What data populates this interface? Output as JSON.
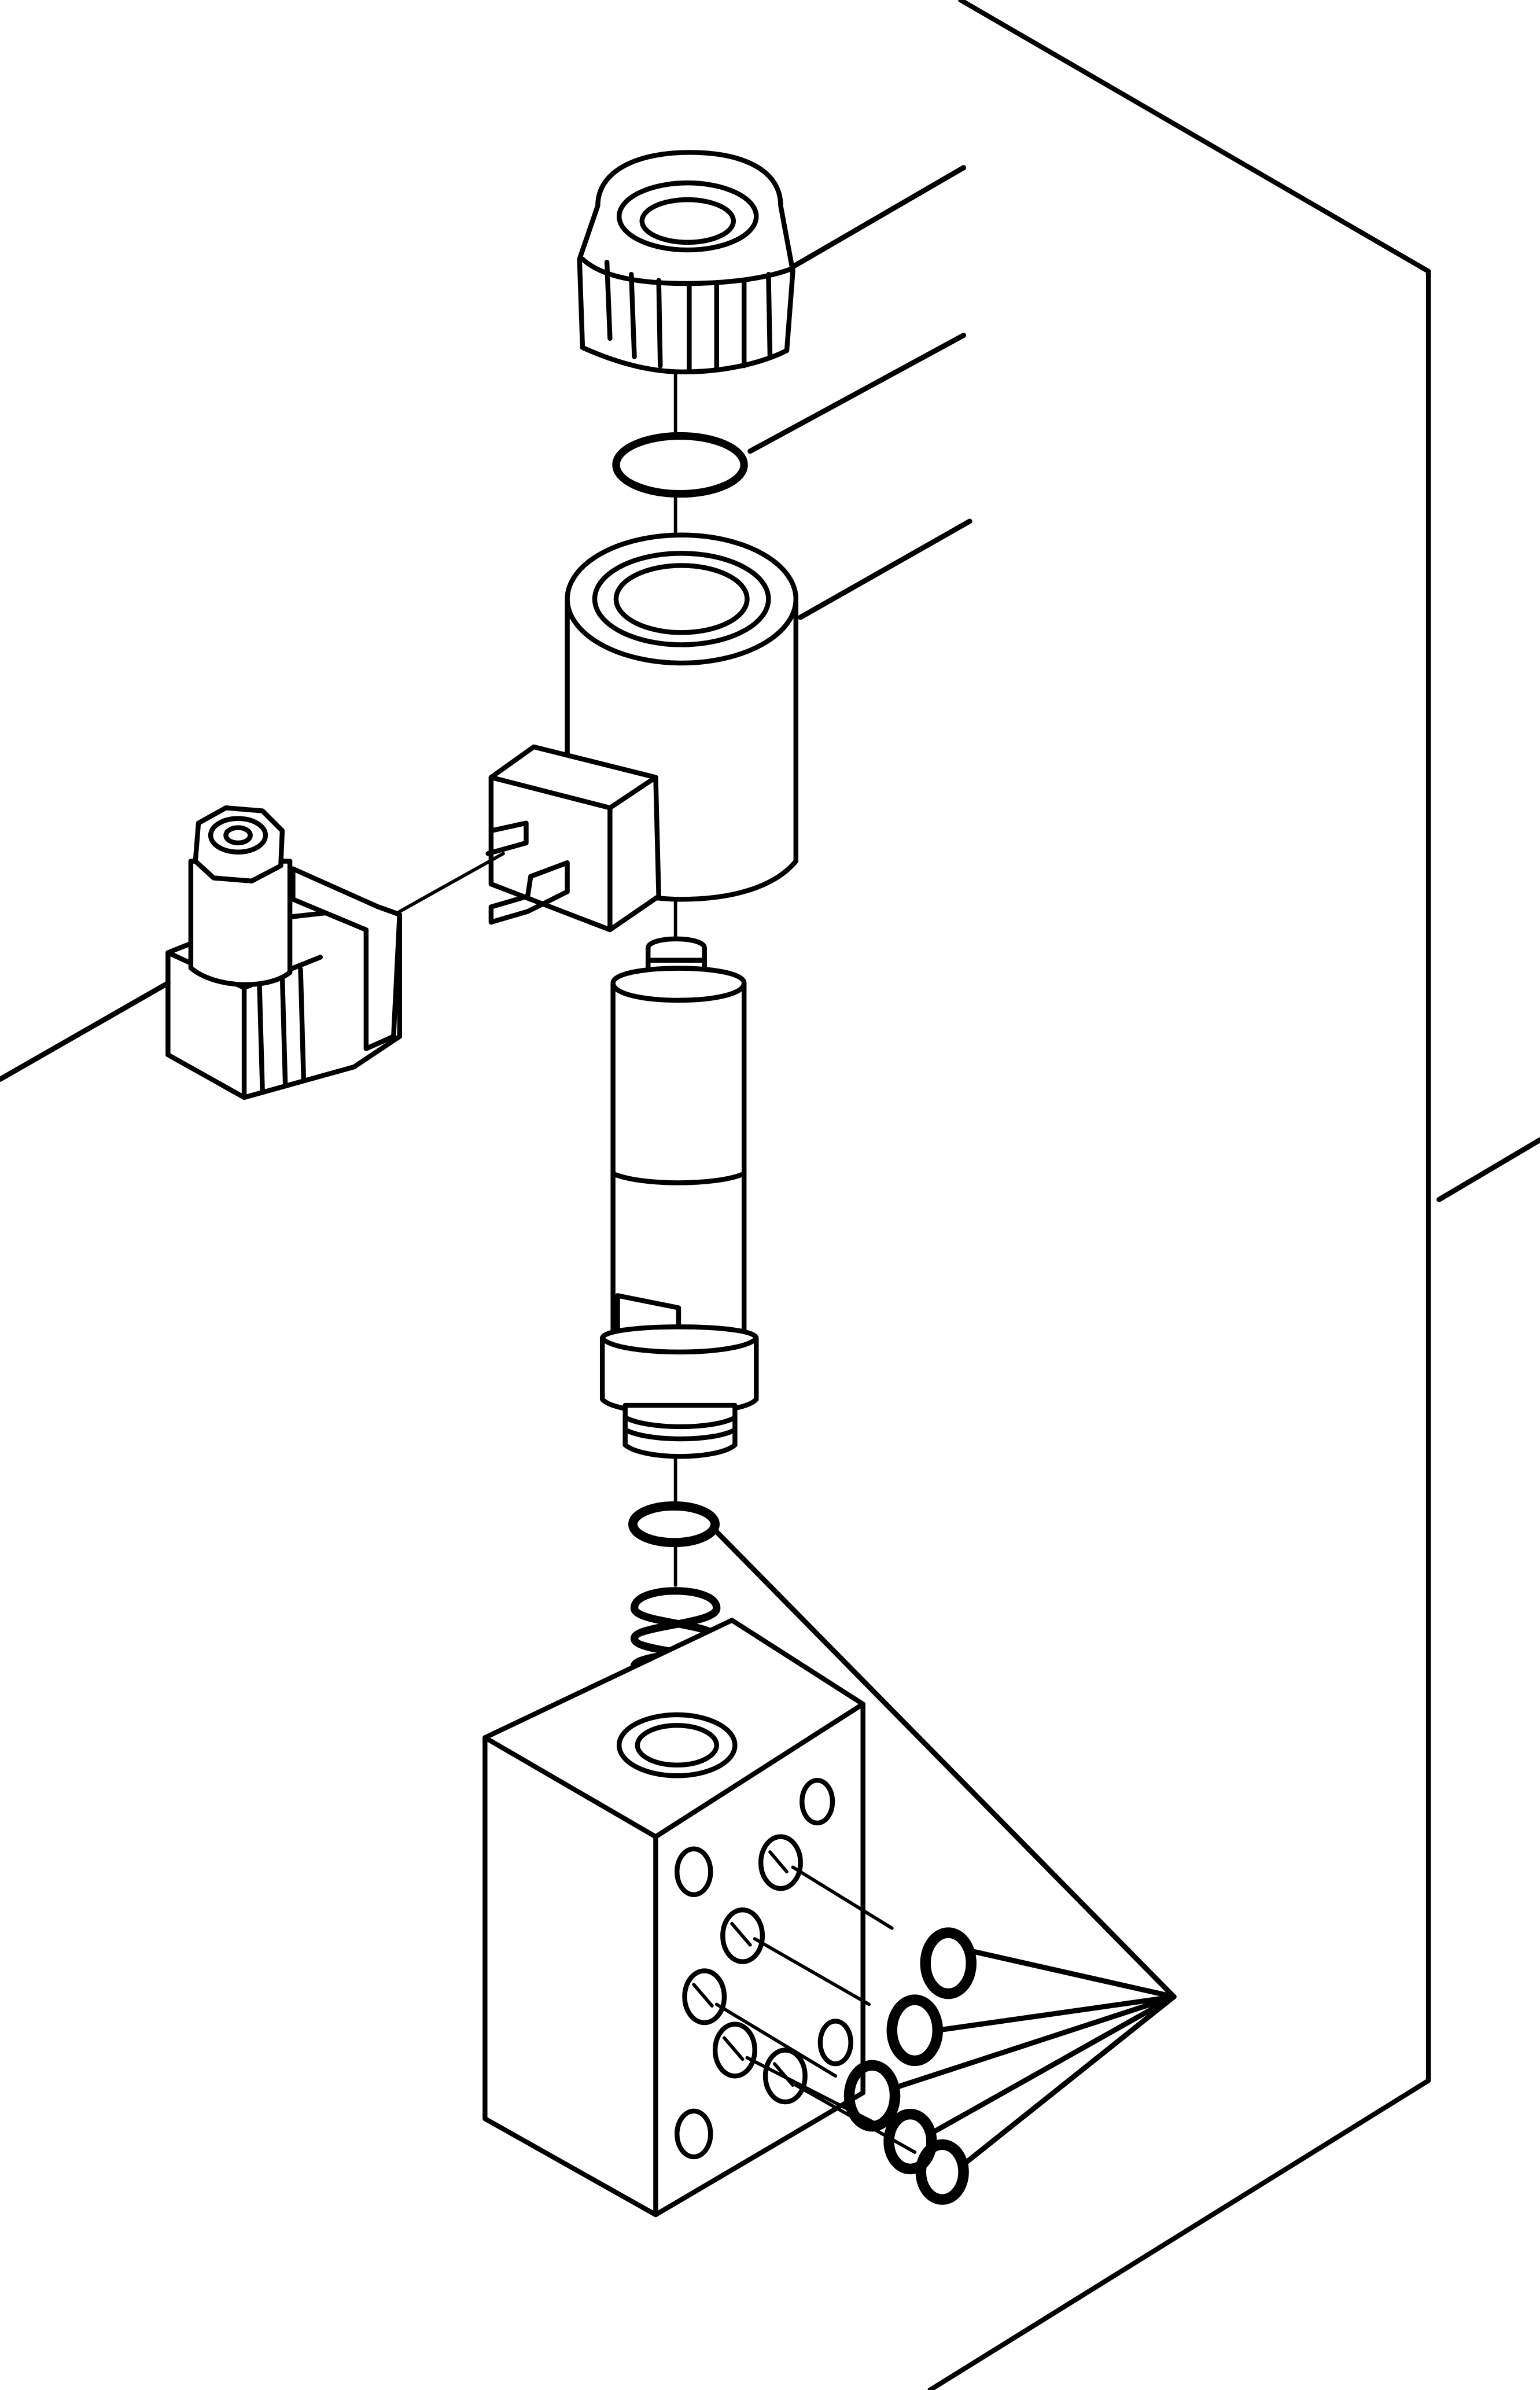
{
  "diagram": {
    "type": "exploded-parts-view",
    "parts": [
      {
        "id": "knurled-nut"
      },
      {
        "id": "nut-o-ring"
      },
      {
        "id": "solenoid-coil"
      },
      {
        "id": "electrical-connector"
      },
      {
        "id": "cartridge-valve"
      },
      {
        "id": "cartridge-o-ring"
      },
      {
        "id": "spring"
      },
      {
        "id": "valve-manifold-block"
      },
      {
        "id": "port-o-rings",
        "count": 5
      }
    ],
    "colors": {
      "line": "#000000",
      "background": "#ffffff"
    }
  }
}
